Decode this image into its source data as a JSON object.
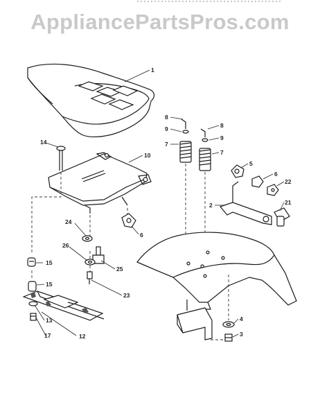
{
  "watermark": "AppliancePartsPros.com",
  "callouts": {
    "c1": "1",
    "c2": "2",
    "c3": "3",
    "c4": "4",
    "c5": "5",
    "c6a": "6",
    "c6b": "6",
    "c7a": "7",
    "c7b": "7",
    "c8a": "8",
    "c8b": "8",
    "c9a": "9",
    "c9b": "9",
    "c10": "10",
    "c12": "12",
    "c13": "13",
    "c14": "14",
    "c15a": "15",
    "c15b": "15",
    "c17": "17",
    "c21": "21",
    "c22": "22",
    "c23": "23",
    "c24": "24",
    "c25": "25",
    "c26": "26"
  }
}
